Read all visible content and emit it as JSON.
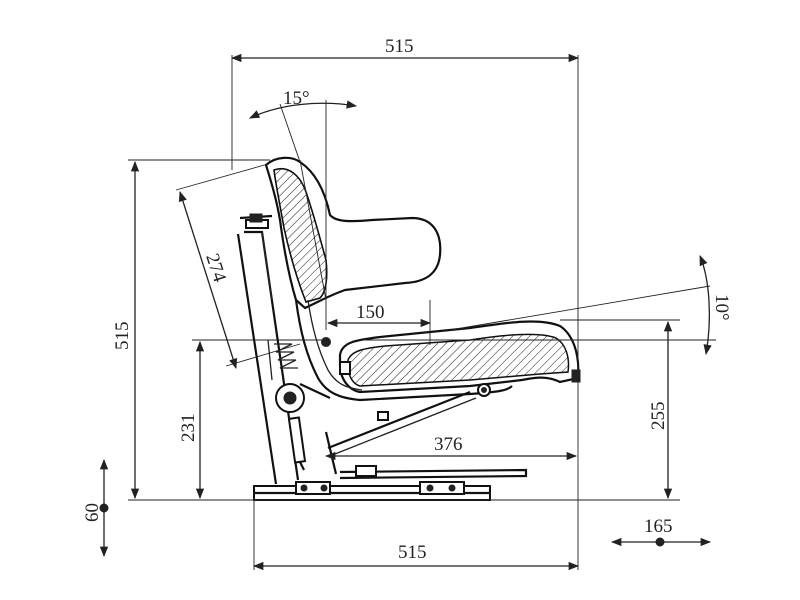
{
  "drawing": {
    "dimensions": {
      "top_width": "515",
      "backrest_tilt": "15°",
      "backrest_height": "274",
      "overall_height": "515",
      "seat_offset": "150",
      "seat_tilt": "10°",
      "seat_height": "255",
      "pivot_height": "231",
      "rail_length": "376",
      "vertical_adjust": "60",
      "horizontal_adjust": "165",
      "base_width": "515"
    }
  }
}
